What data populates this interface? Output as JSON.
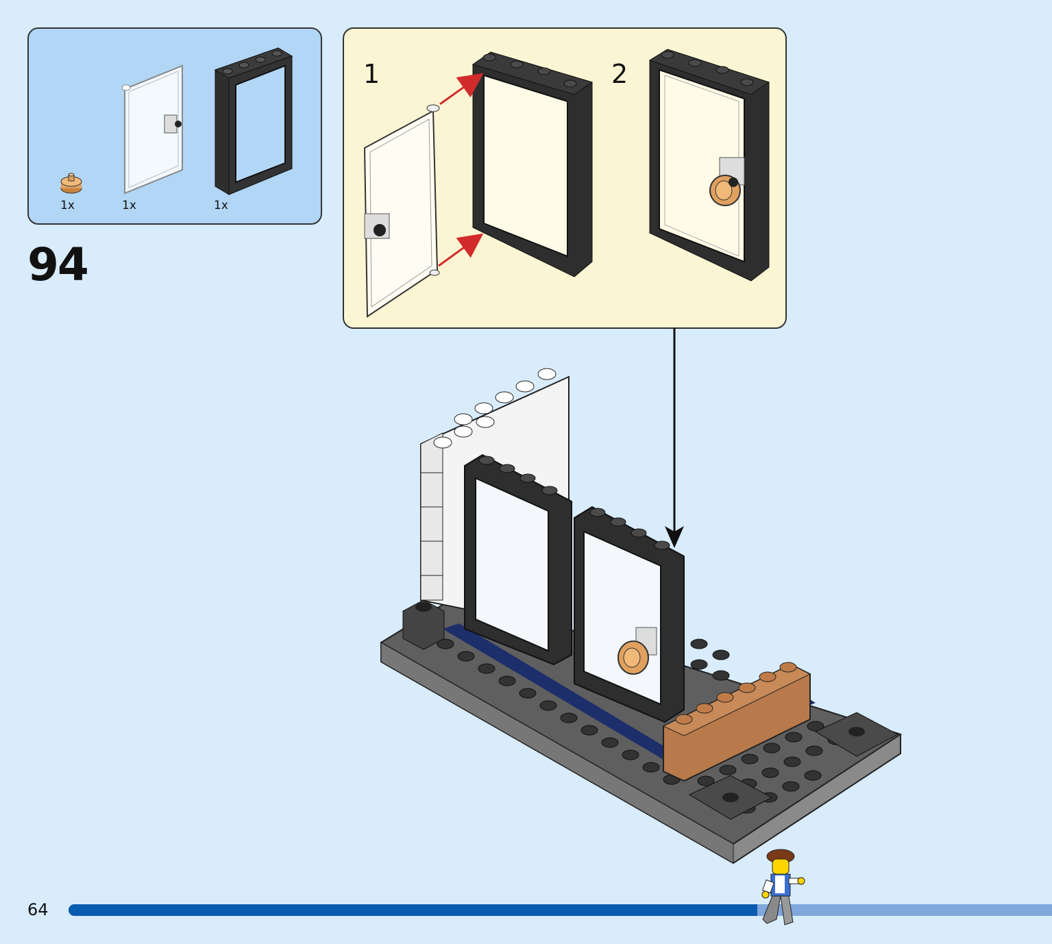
{
  "parts_list": {
    "items": [
      {
        "name": "round plate with pin",
        "quantity": "1x",
        "color": "#e0a15f"
      },
      {
        "name": "transparent door",
        "quantity": "1x",
        "color": "#eef6fc"
      },
      {
        "name": "door frame",
        "quantity": "1x",
        "color": "#333333"
      }
    ]
  },
  "step": {
    "number": "94"
  },
  "sub_steps": {
    "labels": [
      "1",
      "2"
    ]
  },
  "footer": {
    "page_number": "64",
    "progress": 0.7
  },
  "colors": {
    "page_bg": "#d8ecfc",
    "parts_bg": "#b2d6f5",
    "substep_bg": "#fcf5d3",
    "progress_done": "#0a5cb0",
    "progress_todo": "#7fa7dc",
    "arrow_red": "#d22b2b"
  }
}
